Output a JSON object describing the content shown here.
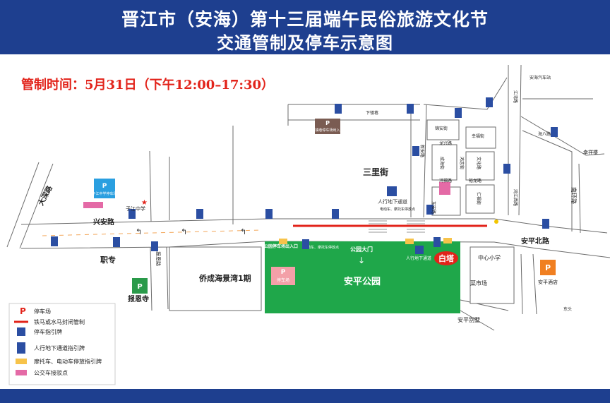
{
  "header": {
    "title_line1": "晋江市（安海）第十三届端午民俗旅游文化节",
    "title_line2": "交通管制及停车示意图"
  },
  "control_time": "管制时间：5月31日（下午12:00–17:30）",
  "map": {
    "streets": {
      "xiachen": "下镇巷",
      "sanlijie": "三里街",
      "xingan": "兴安路",
      "dashen": "大深路",
      "anping_north": "安平北路",
      "anhai_bus": "安海汽车站",
      "haibalu": "海八路",
      "nanhuan": "南环路",
      "xinglu": "幸祥楼",
      "hongjiang": "鸿江西路",
      "jiangjie": "江湾路"
    },
    "places": {
      "zhuan": "职专",
      "qiaocheng": "侨成海景湾1期",
      "baoensi": "报恩寺",
      "baoensi_rd": "报恩路",
      "ziyi_school": "子江中学",
      "anping_park": "安平公园",
      "park_gate": "公园大门",
      "park_parking_entrance": "公园停车场出入口",
      "baita": "白塔",
      "zhongxin_school": "中心小学",
      "caishichang": "菜市场",
      "anping_hotel": "安平酒店",
      "anping_villa": "安平别墅",
      "underpass_1": "人行地下通道",
      "underpass_2": "人行地下通道",
      "bottom_road": "东头"
    },
    "small_labels": {
      "xiachen_parking": "下镇巷停车场出入口",
      "ziyi_parking": "子江中学停车场",
      "yiwu_note": "停车场",
      "bike_note": "电动车、摩托车停放点",
      "bike_note2": "电动车、摩托车停放点",
      "park_parking_box": "停车场",
      "jinan": "锦安街",
      "xingfu": "幸福街",
      "wenhua": "文化路",
      "chenghai": "成海街",
      "hongzhi": "鸿志街",
      "longxing": "龙兴路",
      "yulong": "裕龙路",
      "renfu": "仁福街",
      "hongfu": "鸿福路",
      "xinan": "新安路",
      "dongan": "东安路"
    }
  },
  "legend": {
    "items": [
      {
        "label": "停车场"
      },
      {
        "label": "铁马或水马封闭管制"
      },
      {
        "label": "停车指引牌"
      },
      {
        "label": "人行地下通道指引牌"
      },
      {
        "label": "摩托车、电动车停放指引牌"
      },
      {
        "label": "公交车接驳点"
      }
    ]
  },
  "colors": {
    "header_blue": "#1e3f8f",
    "park_green": "#1fa74a",
    "closure_red": "#e2231a",
    "parking_orange": "#f07f21",
    "road_gray": "#6b6b6b",
    "sign_blue": "#2b4ea2",
    "bus_pink": "#e46aa6"
  }
}
